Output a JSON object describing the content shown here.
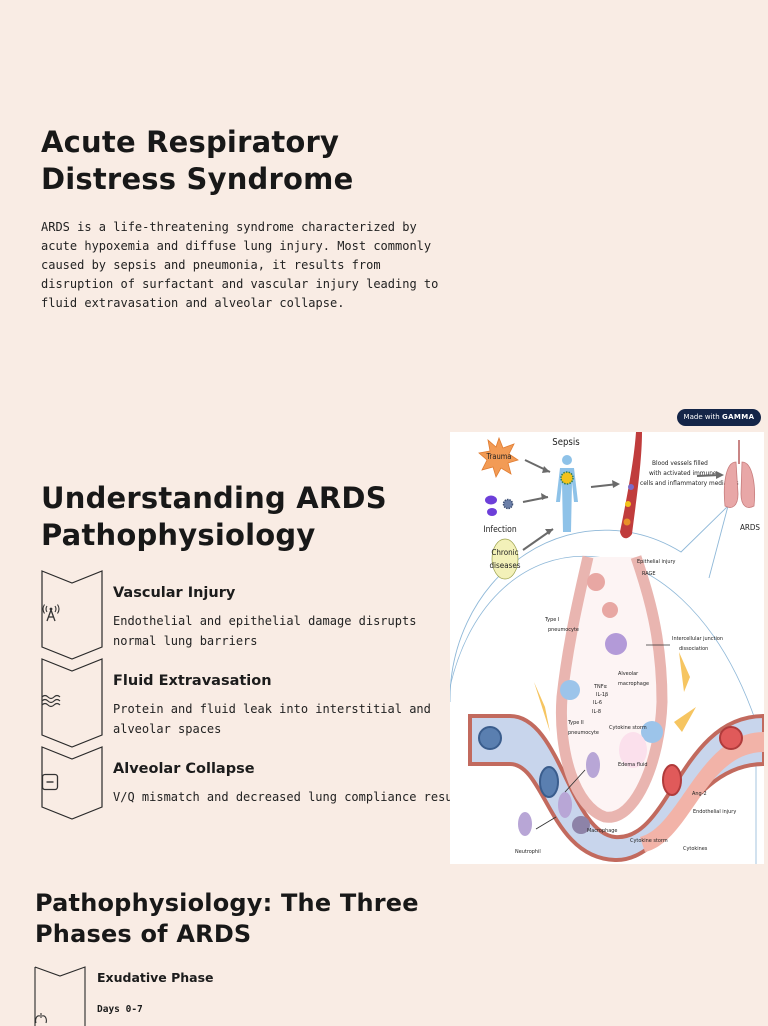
{
  "hero": {
    "title": "Acute Respiratory Distress Syndrome",
    "description": "ARDS is a life-threatening syndrome characterized by acute hypoxemia and diffuse lung injury. Most commonly caused by sepsis and pneumonia, it results from disruption of surfactant and vascular injury leading to fluid extravasation and alveolar collapse."
  },
  "understanding": {
    "title": "Understanding ARDS Pathophysiology",
    "items": [
      {
        "icon": "antenna-icon",
        "title": "Vascular Injury",
        "line1": "Endothelial and epithelial damage disrupts",
        "line2": "normal lung barriers"
      },
      {
        "icon": "waves-icon",
        "title": "Fluid Extravasation",
        "line1": "Protein and fluid leak into interstitial and",
        "line2": "alveolar spaces"
      },
      {
        "icon": "minus-box-icon",
        "title": "Alveolar Collapse",
        "line1": "V/Q mismatch and decreased lung compliance results",
        "line2": ""
      }
    ]
  },
  "badge": {
    "prefix": "Made with",
    "brand": "GAMMA"
  },
  "figure": {
    "labels": {
      "sepsis": "Sepsis",
      "trauma": "Trauma",
      "infection": "Infection",
      "chronic_1": "Chronic",
      "chronic_2": "diseases",
      "blood_1": "Blood vessels filled",
      "blood_2": "with activated immune",
      "blood_3": "cells and inflammatory mediators",
      "ards": "ARDS",
      "epi_1": "Epithelial injury",
      "epi_2": "RAGE",
      "type1_1": "Type I",
      "type1_2": "pneumocyte",
      "ijd_1": "Intercellular junction",
      "ijd_2": "dissociation",
      "am_1": "Alveolar",
      "am_2": "macrophage",
      "tnf": "TNFα",
      "il1": "IL-1β",
      "il6": "IL-6",
      "il8": "IL-8",
      "cyt_storm": "Cytokine storm",
      "type2_1": "Type II",
      "type2_2": "pneumocyte",
      "edema": "Edema fluid",
      "ang2": "Ang-2",
      "endo": "Endothelial injury",
      "macrophage": "Macrophage",
      "cyt_storm2": "Cytokine storm",
      "neutrophil": "Neutrophil",
      "cytokines": "Cytokines"
    }
  },
  "phases": {
    "title": "Pathophysiology: The Three Phases of ARDS",
    "first": {
      "icon": "lungs-icon",
      "title": "Exudative Phase",
      "subtitle": "Days 0-7"
    }
  }
}
